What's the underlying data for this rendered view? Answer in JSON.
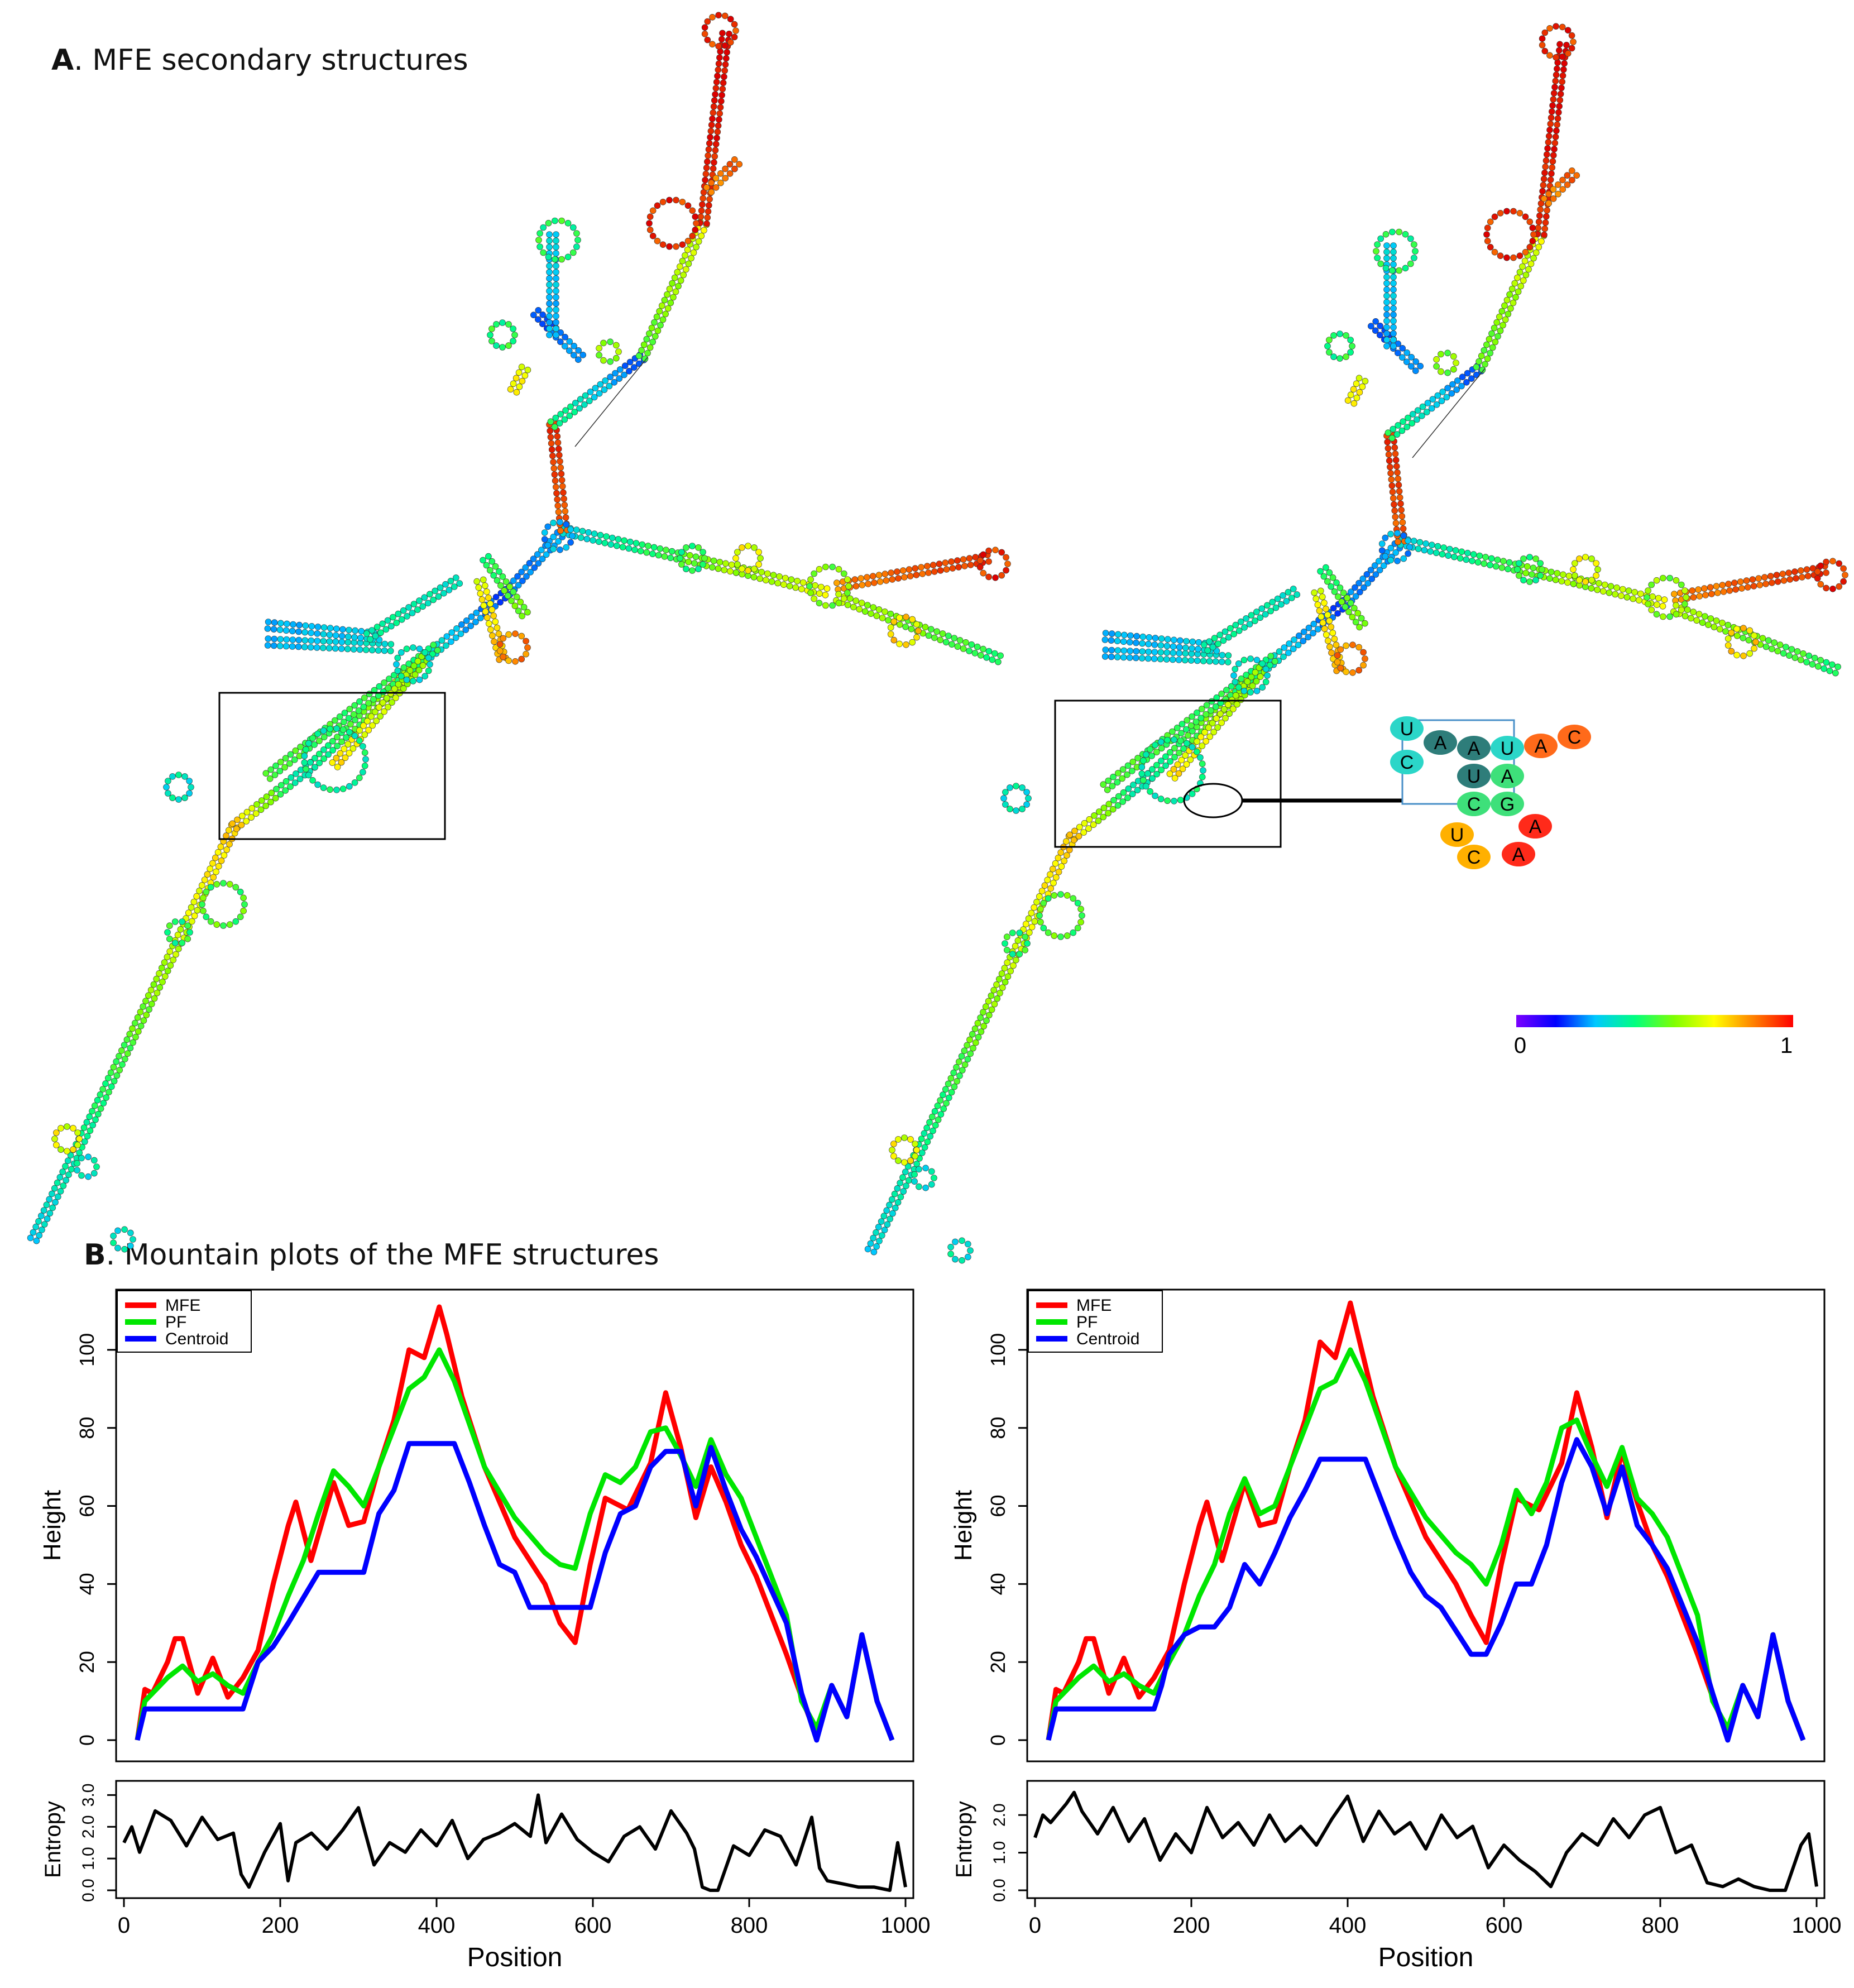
{
  "panel_a": {
    "letter": "A",
    "title": ". MFE secondary structures",
    "colorbar": {
      "min_label": "0",
      "max_label": "1",
      "colors": [
        "#7b00ff",
        "#0000ff",
        "#00c8ff",
        "#00ff80",
        "#80ff00",
        "#ffff00",
        "#ff8000",
        "#ff0000"
      ]
    },
    "inset_nucleotides": [
      "U",
      "A",
      "A",
      "U",
      "A",
      "C",
      "C",
      "U",
      "A",
      "C",
      "G",
      "U",
      "A",
      "C",
      "A"
    ]
  },
  "panel_b": {
    "letter": "B",
    "title": ". Mountain plots of the MFE structures"
  },
  "series_colors": {
    "MFE": "#ff0000",
    "PF": "#00e600",
    "Centroid": "#0000ff",
    "Entropy": "#000000"
  },
  "chart_data": [
    {
      "type": "line",
      "title": "",
      "xlabel": "Position",
      "ylabel": "Height",
      "xlim": [
        0,
        1000
      ],
      "ylim": [
        0,
        110
      ],
      "xticks": [
        "0",
        "200",
        "400",
        "600",
        "800",
        "1000"
      ],
      "yticks": [
        "0",
        "20",
        "40",
        "60",
        "80",
        "100"
      ],
      "legend": "top-left",
      "series": [
        {
          "name": "MFE",
          "x": [
            0,
            10,
            20,
            40,
            50,
            60,
            80,
            100,
            120,
            140,
            160,
            180,
            200,
            210,
            230,
            260,
            280,
            300,
            320,
            340,
            360,
            380,
            400,
            410,
            430,
            460,
            500,
            540,
            560,
            580,
            600,
            620,
            650,
            680,
            700,
            720,
            740,
            760,
            780,
            800,
            820,
            860,
            880,
            900,
            920,
            940,
            960,
            980,
            1000
          ],
          "values": [
            0,
            13,
            12,
            20,
            26,
            26,
            12,
            21,
            11,
            16,
            23,
            40,
            55,
            61,
            46,
            66,
            55,
            56,
            70,
            82,
            100,
            98,
            111,
            104,
            88,
            70,
            52,
            40,
            30,
            25,
            45,
            62,
            59,
            71,
            89,
            75,
            57,
            70,
            61,
            50,
            42,
            22,
            11,
            1,
            14,
            6,
            27,
            10,
            0
          ]
        },
        {
          "name": "PF",
          "x": [
            0,
            10,
            20,
            40,
            60,
            80,
            100,
            120,
            140,
            160,
            180,
            200,
            220,
            240,
            260,
            280,
            300,
            320,
            340,
            360,
            380,
            400,
            420,
            460,
            500,
            540,
            560,
            580,
            600,
            620,
            640,
            660,
            680,
            700,
            720,
            740,
            760,
            780,
            800,
            820,
            860,
            880,
            900,
            920,
            940,
            960,
            980,
            1000
          ],
          "values": [
            0,
            10,
            12,
            16,
            19,
            15,
            17,
            14,
            12,
            20,
            27,
            37,
            46,
            58,
            69,
            65,
            60,
            70,
            80,
            90,
            93,
            100,
            92,
            70,
            57,
            48,
            45,
            44,
            58,
            68,
            66,
            70,
            79,
            80,
            73,
            65,
            77,
            68,
            62,
            52,
            32,
            10,
            3,
            14,
            6,
            27,
            10,
            0
          ]
        },
        {
          "name": "Centroid",
          "x": [
            0,
            10,
            100,
            140,
            150,
            160,
            180,
            200,
            240,
            260,
            280,
            300,
            320,
            340,
            360,
            420,
            440,
            460,
            480,
            500,
            520,
            540,
            560,
            580,
            600,
            620,
            640,
            660,
            680,
            700,
            720,
            740,
            760,
            780,
            800,
            820,
            860,
            880,
            900,
            920,
            940,
            960,
            980,
            1000
          ],
          "values": [
            0,
            8,
            8,
            8,
            14,
            20,
            24,
            30,
            43,
            43,
            43,
            43,
            58,
            64,
            76,
            76,
            66,
            55,
            45,
            43,
            34,
            34,
            34,
            34,
            34,
            48,
            58,
            60,
            70,
            74,
            74,
            60,
            75,
            64,
            54,
            47,
            30,
            12,
            0,
            14,
            6,
            27,
            10,
            0
          ]
        }
      ]
    },
    {
      "type": "line",
      "title": "",
      "xlabel": "Position",
      "ylabel": "Entropy",
      "xlim": [
        0,
        1000
      ],
      "ylim": [
        0,
        3.2
      ],
      "xticks": [
        "0",
        "200",
        "400",
        "600",
        "800",
        "1000"
      ],
      "yticks": [
        "0.0",
        "1.0",
        "2.0",
        "3.0"
      ],
      "series": [
        {
          "name": "",
          "x": [
            0,
            10,
            20,
            40,
            60,
            80,
            100,
            120,
            140,
            150,
            160,
            180,
            200,
            210,
            220,
            240,
            260,
            280,
            300,
            320,
            340,
            360,
            380,
            400,
            420,
            440,
            460,
            480,
            500,
            520,
            530,
            540,
            560,
            580,
            600,
            620,
            640,
            660,
            680,
            700,
            720,
            730,
            740,
            750,
            760,
            780,
            800,
            820,
            840,
            860,
            880,
            890,
            900,
            920,
            940,
            960,
            980,
            990,
            1000
          ],
          "values": [
            1.5,
            2.0,
            1.2,
            2.5,
            2.2,
            1.4,
            2.3,
            1.6,
            1.8,
            0.5,
            0.1,
            1.2,
            2.1,
            0.3,
            1.5,
            1.8,
            1.3,
            1.9,
            2.6,
            0.8,
            1.5,
            1.2,
            1.9,
            1.4,
            2.2,
            1.0,
            1.6,
            1.8,
            2.1,
            1.7,
            3.0,
            1.5,
            2.4,
            1.6,
            1.2,
            0.9,
            1.7,
            2.0,
            1.3,
            2.5,
            1.8,
            1.3,
            0.1,
            0.0,
            0.0,
            1.4,
            1.1,
            1.9,
            1.7,
            0.8,
            2.3,
            0.7,
            0.3,
            0.2,
            0.1,
            0.1,
            0.0,
            1.5,
            0.1
          ]
        }
      ]
    },
    {
      "type": "line",
      "title": "",
      "xlabel": "Position",
      "ylabel": "Height",
      "xlim": [
        0,
        1000
      ],
      "ylim": [
        0,
        110
      ],
      "xticks": [
        "0",
        "200",
        "400",
        "600",
        "800",
        "1000"
      ],
      "yticks": [
        "0",
        "20",
        "40",
        "60",
        "80",
        "100"
      ],
      "legend": "top-left",
      "series": [
        {
          "name": "MFE",
          "x": [
            0,
            10,
            20,
            40,
            50,
            60,
            80,
            100,
            120,
            140,
            160,
            180,
            200,
            210,
            230,
            260,
            280,
            300,
            320,
            340,
            360,
            380,
            400,
            410,
            430,
            460,
            500,
            540,
            560,
            580,
            600,
            620,
            650,
            680,
            700,
            720,
            740,
            760,
            780,
            800,
            820,
            860,
            880,
            900,
            920,
            940,
            960,
            980,
            1000
          ],
          "values": [
            0,
            13,
            12,
            20,
            26,
            26,
            12,
            21,
            11,
            16,
            23,
            40,
            55,
            61,
            46,
            66,
            55,
            56,
            70,
            82,
            102,
            98,
            112,
            104,
            88,
            70,
            52,
            40,
            32,
            25,
            45,
            62,
            59,
            71,
            89,
            75,
            57,
            74,
            61,
            50,
            42,
            22,
            11,
            1,
            14,
            6,
            27,
            10,
            0
          ]
        },
        {
          "name": "PF",
          "x": [
            0,
            10,
            20,
            40,
            60,
            80,
            100,
            120,
            140,
            160,
            180,
            200,
            220,
            240,
            260,
            280,
            300,
            320,
            340,
            360,
            380,
            400,
            420,
            460,
            500,
            540,
            560,
            580,
            600,
            620,
            640,
            660,
            680,
            700,
            720,
            740,
            760,
            780,
            800,
            820,
            860,
            880,
            900,
            920,
            940,
            960,
            980,
            1000
          ],
          "values": [
            0,
            10,
            12,
            16,
            19,
            15,
            17,
            14,
            12,
            20,
            27,
            37,
            45,
            58,
            67,
            58,
            60,
            70,
            80,
            90,
            92,
            100,
            92,
            70,
            57,
            48,
            45,
            40,
            50,
            64,
            58,
            66,
            80,
            82,
            73,
            65,
            75,
            62,
            58,
            52,
            32,
            10,
            3,
            14,
            6,
            27,
            10,
            0
          ]
        },
        {
          "name": "Centroid",
          "x": [
            0,
            10,
            100,
            140,
            150,
            160,
            180,
            200,
            220,
            240,
            260,
            280,
            300,
            320,
            340,
            360,
            420,
            440,
            460,
            480,
            500,
            520,
            540,
            560,
            580,
            600,
            620,
            640,
            660,
            680,
            700,
            720,
            740,
            760,
            780,
            800,
            820,
            860,
            880,
            900,
            920,
            940,
            960,
            980,
            1000
          ],
          "values": [
            0,
            8,
            8,
            8,
            14,
            22,
            27,
            29,
            29,
            34,
            45,
            40,
            48,
            57,
            64,
            72,
            72,
            62,
            52,
            43,
            37,
            34,
            28,
            22,
            22,
            30,
            40,
            40,
            50,
            66,
            77,
            70,
            58,
            70,
            55,
            50,
            44,
            25,
            12,
            0,
            14,
            6,
            27,
            10,
            0
          ]
        }
      ]
    },
    {
      "type": "line",
      "title": "",
      "xlabel": "Position",
      "ylabel": "Entropy",
      "xlim": [
        0,
        1000
      ],
      "ylim": [
        0,
        2.7
      ],
      "xticks": [
        "0",
        "200",
        "400",
        "600",
        "800",
        "1000"
      ],
      "yticks": [
        "0.0",
        "1.0",
        "2.0"
      ],
      "series": [
        {
          "name": "",
          "x": [
            0,
            10,
            20,
            40,
            50,
            60,
            80,
            100,
            120,
            140,
            160,
            180,
            200,
            220,
            240,
            260,
            280,
            300,
            320,
            340,
            360,
            380,
            400,
            420,
            440,
            460,
            480,
            500,
            520,
            540,
            560,
            580,
            600,
            620,
            640,
            660,
            680,
            700,
            720,
            740,
            760,
            780,
            800,
            820,
            840,
            860,
            880,
            900,
            920,
            940,
            960,
            980,
            990,
            1000
          ],
          "values": [
            1.4,
            2.0,
            1.8,
            2.3,
            2.6,
            2.1,
            1.5,
            2.2,
            1.3,
            1.9,
            0.8,
            1.5,
            1.0,
            2.2,
            1.4,
            1.8,
            1.2,
            2.0,
            1.3,
            1.7,
            1.2,
            1.9,
            2.5,
            1.3,
            2.1,
            1.5,
            1.8,
            1.1,
            2.0,
            1.4,
            1.7,
            0.6,
            1.2,
            0.8,
            0.5,
            0.1,
            1.0,
            1.5,
            1.2,
            1.9,
            1.4,
            2.0,
            2.2,
            1.0,
            1.2,
            0.2,
            0.1,
            0.3,
            0.1,
            0.0,
            0.0,
            1.2,
            1.5,
            0.1
          ]
        }
      ]
    }
  ]
}
